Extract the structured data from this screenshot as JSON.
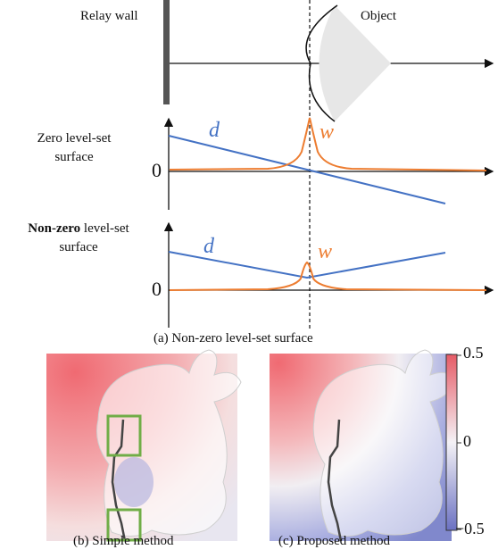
{
  "figure": {
    "top": {
      "relay_wall_label": "Relay wall",
      "object_label": "Object"
    },
    "zero_panel": {
      "label_line1": "Zero level-set",
      "label_line2": "surface",
      "d_label": "d",
      "w_label": "w",
      "zero_tick": "0"
    },
    "nonzero_panel": {
      "label_bold": "Non-zero",
      "label_rest": " level-set",
      "label_line2": "surface",
      "d_label": "d",
      "w_label": "w",
      "zero_tick": "0"
    },
    "caption_a": "(a) Non-zero level-set surface",
    "caption_b": "(b) Simple method",
    "caption_c": "(c) Proposed method",
    "colorbar": {
      "max_label": "0.5",
      "mid_label": "0",
      "min_label": "−0.5"
    },
    "colors": {
      "d_line": "#4472c4",
      "w_curve": "#ed7d31",
      "highlight_box": "#70ad47",
      "positive": "#e8606a",
      "negative": "#6d74c4"
    }
  }
}
